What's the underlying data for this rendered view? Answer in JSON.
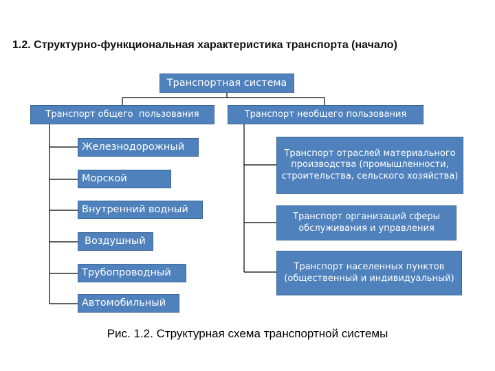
{
  "title": "1.2. Структурно-функциональная характеристика транспорта (начало)",
  "root": {
    "label": "Транспортная система"
  },
  "branches": [
    {
      "label": "Транспорт общего  пользования"
    },
    {
      "label": "Транспорт необщего пользования"
    }
  ],
  "public_items": [
    {
      "label": "Железнодорожный"
    },
    {
      "label": "Морской"
    },
    {
      "label": "Внутренний водный"
    },
    {
      "label": "Воздушный"
    },
    {
      "label": "Трубопроводный"
    },
    {
      "label": "Автомобильный"
    }
  ],
  "private_items": [
    {
      "label": "Транспорт отраслей материального производства (промышленности, строительства, сельского хозяйства)"
    },
    {
      "label": "Транспорт организаций сферы обслуживания и управления"
    },
    {
      "label": "Транспорт населенных пунктов (общественный и индивидуальный)"
    }
  ],
  "caption": "Рис. 1.2. Структурная схема транспортной системы",
  "colors": {
    "box_fill": "#4f81bd",
    "box_text": "#ffffff",
    "connector": "#000000"
  }
}
